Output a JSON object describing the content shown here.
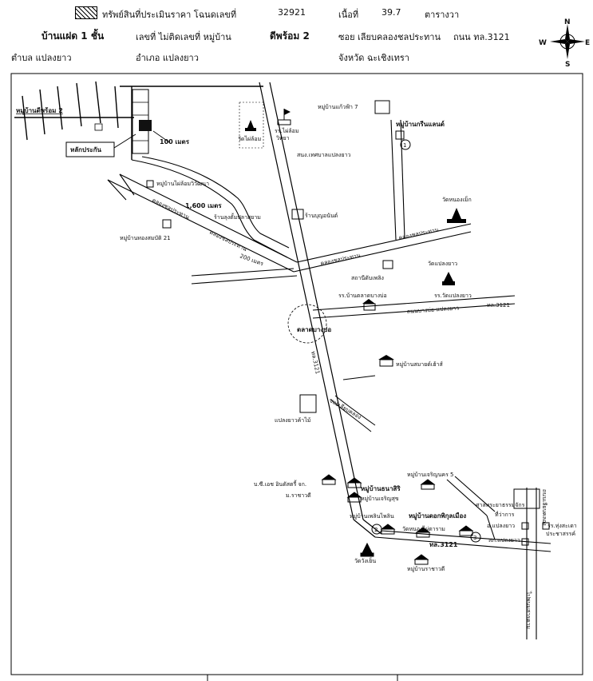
{
  "header": {
    "property_label": "ทรัพย์สินที่ประเมินราคา โฉนดเลขที่",
    "deed_no": "32921",
    "area_label": "เนื้อที่",
    "area_value": "39.7",
    "area_unit": "ตารางวา",
    "building": "บ้านแฝด 1 ชั้น",
    "house_no": "เลขที่ ไม่ติดเลขที่ หมู่บ้าน",
    "village": "ดีพร้อม 2",
    "soi": "ซอย เลียบคลองชลประทาน",
    "road": "ถนน ทล.3121",
    "subdistrict": "ตำบล แปลงยาว",
    "district": "อำเภอ แปลงยาว",
    "province": "จังหวัด ฉะเชิงเทรา"
  },
  "compass": {
    "n": "N",
    "s": "S",
    "w": "W",
    "e": "E"
  },
  "map": {
    "labels": {
      "village_deeprom": "หมู่บ้านดีพร้อม 2",
      "marker": "หลักประกัน",
      "dist_100": "100 เมตร",
      "dist_1600": "1,600 เมตร",
      "dist_200": "200 เมตร",
      "wat_phai_lom": "วัดไผ่ล้อม",
      "school_phai_lom": "รร.ไผ่ล้อม",
      "school_phai_lom2": "วิทยา",
      "village_kaefa": "หมู่บ้านแก้วฟ้า 7",
      "village_green": "หมู่บ้านกรีนแลนด์",
      "municipal": "สนง.เทศบาลแปลงยาว",
      "village_phai_lom": "หมู่บ้านไผ่ล้อมวิวัฒนา",
      "shop_lung": "ร้านลุงตั้มปลาสยาม",
      "shop_boon": "ร้านบุญอนันต์",
      "village_thong": "หมู่บ้านทองสมบัติ 21",
      "canal_a": "คลองชลประทาน",
      "canal_b": "คลองชลประทาน",
      "canal_c": "คลองชลประทาน",
      "canal_d": "คลองชลประทาน",
      "wat_nong": "วัดหนองเม็ก",
      "wat_plaeng": "วัดแปลงยาว",
      "police": "สถานีดับเพลิง",
      "school_plaeng": "รร.วัดแปลงยาว",
      "school_bangbo": "รร.บ้านตลาดบางบ่อ",
      "road_bangbo": "ถนนบางบ่อ-แปลงยาว",
      "road_km": "ทล.3121",
      "market": "ตลาดบางบ่อ",
      "hwy_ref": "ทล.3121",
      "village_samai": "หมู่บ้านสมายด์เฮ้าส์",
      "factory_label": "แปลงยาวค้าไม้",
      "road_side": "ซอยเลียบคลอง",
      "company": "บ.ซี.เอช อินดัสตรี้ จก.",
      "ma_ratchada": "ม.ราชาวดี",
      "village_thanasiri": "หมู่บ้านธนาสิริ",
      "village_charoensuk": "หมู่บ้านเจริญสุข",
      "village_charoenkit": "หมู่บ้านเจริญนคร 5",
      "village_phet": "หมู่บ้านเพลินไพลิน",
      "village_dok": "หมู่บ้านดอกพิกุลเมือง",
      "wat_nong_phrai": "วัดหนองไผ่ตาราม",
      "wat_wang_yen": "วัดวังเย็น",
      "village_rachawadi": "หมู่บ้านราชาวดี",
      "hospital": "ศาลพระยาธรรมจักร",
      "district_office": "ที่ว่าการ",
      "district_office2": "อ.แปลงยาว",
      "school_ratchada": "รร.ทุ่งสะเดา",
      "school_ratchada2": "ประชาสรรค์",
      "police_plaeng": "สภ.แปลงยาว",
      "road_right": "ถนนเลียบคลอง",
      "road_south": "ไปพนมสารคาม",
      "road_3121": "ทล.3121",
      "circle_1": "1",
      "circle_2": "2",
      "circle_3": "3"
    }
  }
}
